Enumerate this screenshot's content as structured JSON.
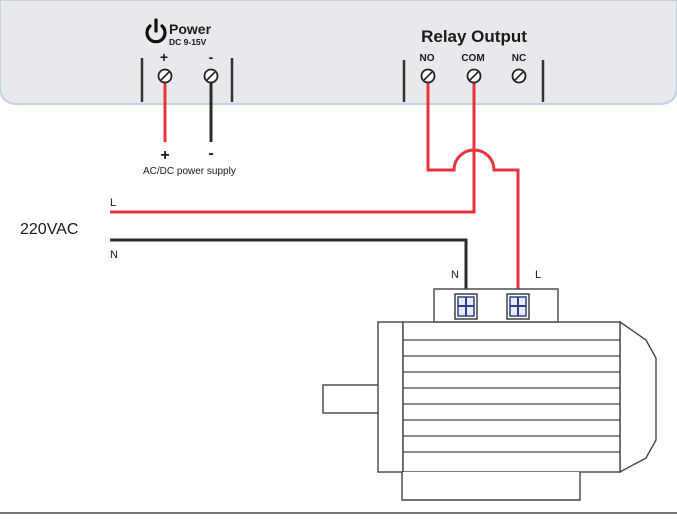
{
  "panel": {
    "power_title": "Power",
    "power_rating": "DC 9-15V",
    "power_plus": "+",
    "power_minus": "-",
    "relay_title": "Relay Output",
    "relay_no": "NO",
    "relay_com": "COM",
    "relay_nc": "NC"
  },
  "supply": {
    "plus": "+",
    "minus": "-",
    "label": "AC/DC power supply"
  },
  "mains": {
    "label": "220VAC",
    "line": "L",
    "neutral": "N"
  },
  "motor": {
    "terminal_n": "N",
    "terminal_l": "L"
  },
  "colors": {
    "wire_live": "#e8333c",
    "wire_neutral": "#2b2b2b",
    "panel_fill": "#e7e9ec",
    "panel_stroke": "#b9c7d6",
    "terminal_fill": "#2f3f8f",
    "outline": "#444444"
  },
  "icons": {
    "power": "power-icon"
  }
}
